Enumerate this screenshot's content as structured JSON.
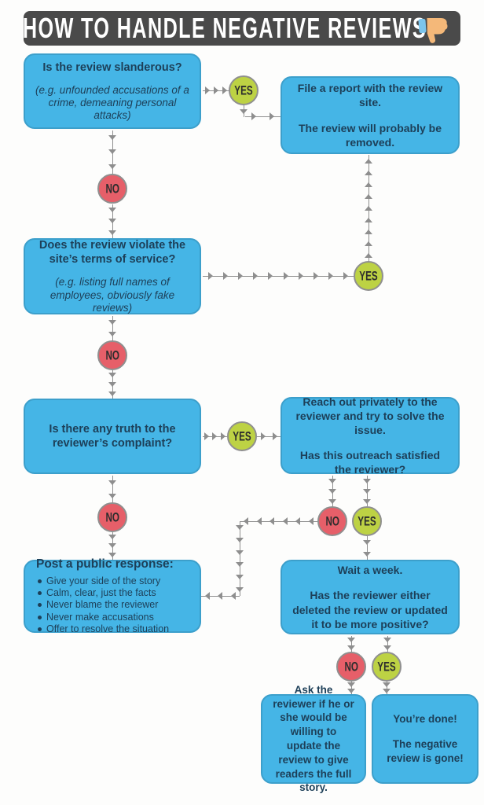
{
  "header": {
    "title": "HOW TO HANDLE NEGATIVE REVIEWS",
    "icon": "thumbs-down"
  },
  "labels": {
    "yes": "YES",
    "no": "NO"
  },
  "nodes": {
    "q_slanderous": {
      "question": "Is the review slanderous?",
      "example": "(e.g. unfounded accusations of a crime, demeaning personal attacks)"
    },
    "a_file_report": {
      "line1": "File a report with the review site.",
      "line2": "The review will probably be removed."
    },
    "q_terms": {
      "question": "Does the review violate the site’s terms of service?",
      "example": "(e.g. listing full names of employees, obviously fake reviews)"
    },
    "q_truth": {
      "question": "Is there any truth to the reviewer’s complaint?"
    },
    "a_reach_out": {
      "line1": "Reach out privately to the reviewer and try to solve the issue.",
      "line2": "Has this outreach satisfied the reviewer?"
    },
    "a_public_response": {
      "title": "Post a public response:",
      "bullets": [
        "Give your side of the story",
        "Calm, clear, just the facts",
        "Never blame the reviewer",
        "Never make accusations",
        "Offer to resolve the situation"
      ]
    },
    "a_wait": {
      "line1": "Wait a week.",
      "line2": "Has the reviewer either deleted the review or updated it to be more positive?"
    },
    "a_ask_update": {
      "line1": "Ask the reviewer if he or she would be willing to update the review to give readers the full story."
    },
    "a_done": {
      "line1": "You’re done!",
      "line2": "The negative review is gone!"
    }
  },
  "colors": {
    "header_bg": "#4a4a4a",
    "header_text": "#ffffff",
    "box_fill": "#45b5e6",
    "box_border": "#3c9fcb",
    "box_text": "#1d3f58",
    "yes_fill": "#bdd244",
    "no_fill": "#e65f69",
    "badge_border": "#8f8f8f",
    "badge_text": "#2d2d2d",
    "arrow": "#8e8e8e",
    "thumb_hand": "#f4b879",
    "thumb_cuff": "#7cc5ec"
  }
}
